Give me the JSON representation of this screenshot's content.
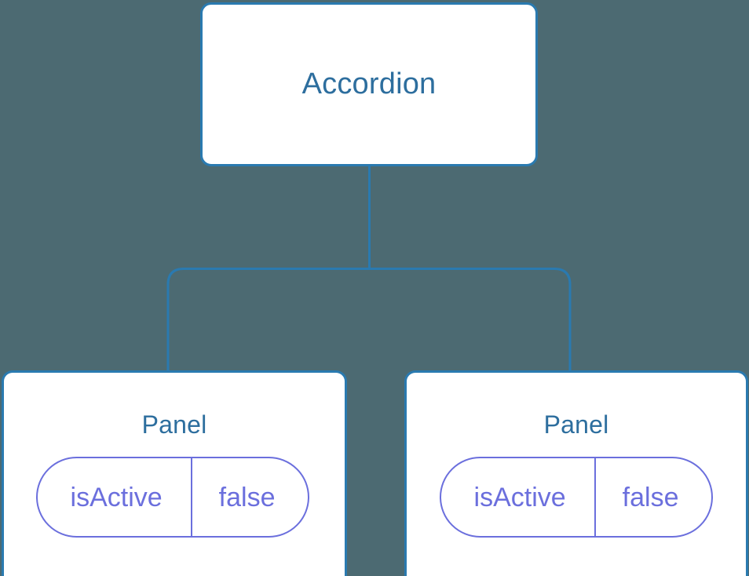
{
  "diagram": {
    "type": "component-tree",
    "background_color": "#4c6a72",
    "edge_color": "#2a7ab0",
    "node_border_color": "#2a7ab0",
    "node_fill_color": "#ffffff",
    "node_title_color": "#2d6e9e",
    "pill_color": "#6b6fdd",
    "root": {
      "title": "Accordion"
    },
    "children": [
      {
        "title": "Panel",
        "state": {
          "key": "isActive",
          "value": "false"
        }
      },
      {
        "title": "Panel",
        "state": {
          "key": "isActive",
          "value": "false"
        }
      }
    ]
  }
}
